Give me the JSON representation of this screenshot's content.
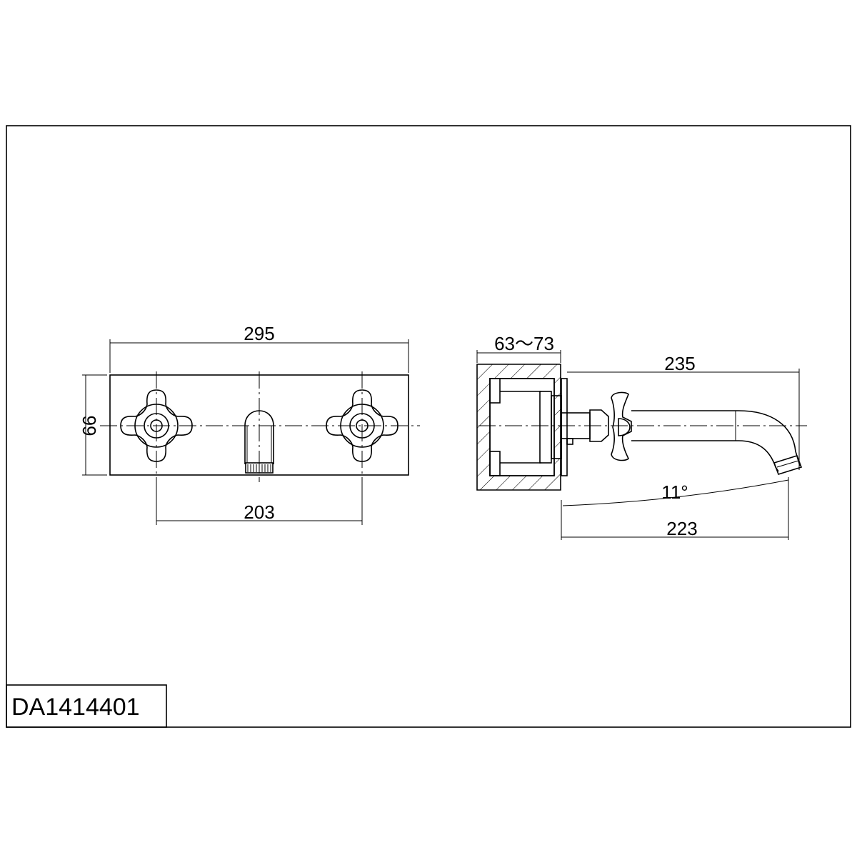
{
  "drawing": {
    "model_code": "DA1414401",
    "dimensions": {
      "plate_width": "295",
      "plate_height": "99",
      "handle_spacing": "203",
      "wall_depth": "63～73",
      "spout_length": "235",
      "spout_projection": "223",
      "spout_angle": "11°"
    },
    "colors": {
      "line": "#000000",
      "background": "#ffffff"
    }
  }
}
